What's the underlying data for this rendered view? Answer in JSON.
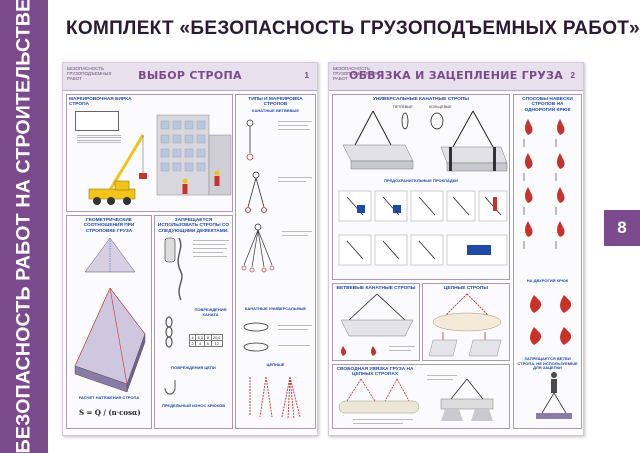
{
  "sidebar": {
    "vertical_title": "БЕЗОПАСНОСТЬ РАБОТ НА СТРОИТЕЛЬСТВЕ"
  },
  "header": {
    "title": "КОМПЛЕКТ «БЕЗОПАСНОСТЬ ГРУЗОПОДЪЕМНЫХ РАБОТ»"
  },
  "tab": {
    "number": "8"
  },
  "poster1": {
    "kit_label": "БЕЗОПАСНОСТЬ ГРУЗОПОДЪЕМНЫХ РАБОТ",
    "title": "ВЫБОР СТРОПА",
    "number": "1",
    "sections": {
      "marking": "МАРКИРОВОЧНАЯ БИРКА СТРОПА",
      "types": "ТИПЫ И МАРКИРОВКА СТРОПОВ",
      "rope_branch": "КАНАТНЫЕ ВЕТВЕВЫЕ",
      "rope_universal": "КАНАТНЫЕ УНИВЕРСАЛЬНЫЕ",
      "chain": "ЦЕПНЫЕ",
      "geometry": "ГЕОМЕТРИЧЕСКИЕ СООТНОШЕНИЯ ПРИ СТРОПОВКЕ ГРУЗА",
      "forbidden": "ЗАПРЕЩАЕТСЯ ИСПОЛЬЗОВАТЬ СТРОПЫ СО СЛЕДУЮЩИМИ ДЕФЕКТАМИ:",
      "rope_damage": "ПОВРЕЖДЕНИЯ КАНАТА",
      "chain_damage": "ПОВРЕЖДЕНИЯ ЦЕПИ",
      "distribution": "РАСЧЕТ НАТЯЖЕНИЯ СТРОПА",
      "hooks": "ПРЕДЕЛЬНЫЙ ИЗНОС КРЮКОВ"
    },
    "formula": "S = Q / (n·cosα)",
    "table": [
      [
        "4",
        "6,3",
        "8",
        "20,6"
      ],
      [
        "2",
        "4",
        "6",
        "12"
      ]
    ]
  },
  "poster2": {
    "kit_label": "БЕЗОПАСНОСТЬ ГРУЗОПОДЪЕМНЫХ РАБОТ",
    "title": "ОБВЯЗКА И ЗАЦЕПЛЕНИЕ ГРУЗА",
    "number": "2",
    "sections": {
      "universal": "УНИВЕРСАЛЬНЫЕ КАНАТНЫЕ СТРОПЫ",
      "protective": "ПРЕДОХРАНИТЕЛЬНЫЕ ПРОКЛАДКИ",
      "hook_method": "СПОСОБЫ НАВЕСКИ СТРОПОВ НА ОДНОРОГИЙ КРЮК",
      "double_hook": "НА ДВУРОГИЙ КРЮК",
      "branch": "ВЕТВЕВЫЕ КАНАТНЫЕ СТРОПЫ",
      "chain": "ЦЕПНЫЕ СТРОПЫ",
      "free_tie": "СВОБОДНАЯ УВЯЗКА ГРУЗА НА ЦЕПНЫХ СТРОПАХ",
      "forbidden": "ЗАПРЕЩАЕТСЯ ВЕТВИ СТРОПА, НЕ ИСПОЛЬЗУЕМЫЕ ДЛЯ ЗАЦЕПКИ"
    },
    "label_loop": "ПЕТЛЕВЫЕ",
    "label_ring": "КОЛЬЦЕВЫЕ"
  },
  "colors": {
    "brand_purple": "#7b4a8c",
    "accent_blue": "#1f4aa8",
    "crane_yellow": "#f2c418",
    "chain_red": "#c8322a",
    "load_purple": "#8a7aa8"
  }
}
